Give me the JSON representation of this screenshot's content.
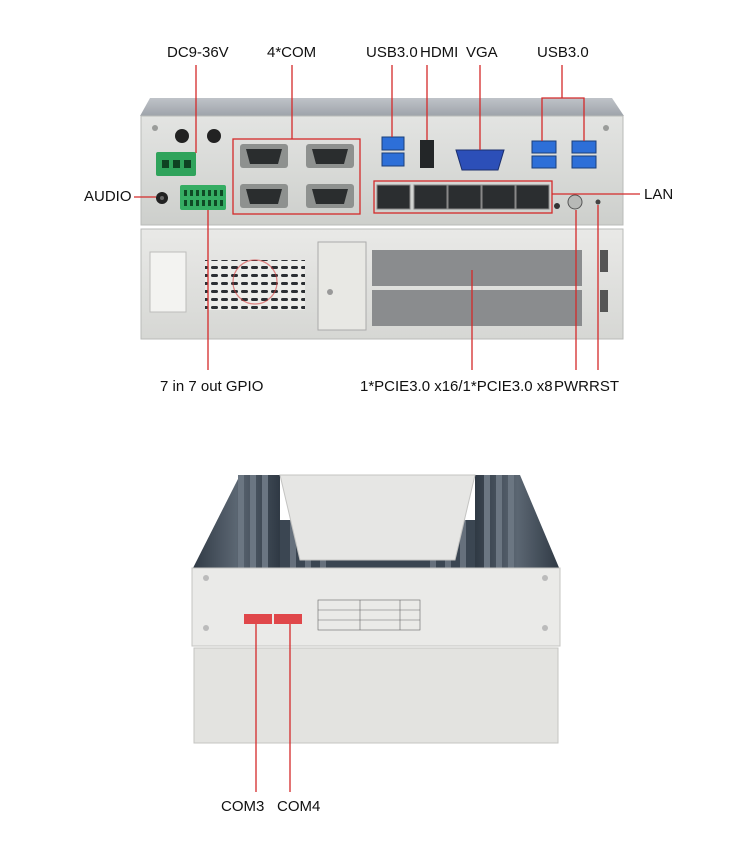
{
  "callouts": {
    "dc_power": "DC9-36V",
    "com_ports": "4*COM",
    "usb_left": "USB3.0",
    "hdmi": "HDMI",
    "vga": "VGA",
    "usb_right": "USB3.0",
    "audio": "AUDIO",
    "lan": "LAN",
    "gpio": "7 in 7 out GPIO",
    "pcie": "1*PCIE3.0 x16/1*PCIE3.0 x8",
    "pwr": "PWR",
    "rst": "RST",
    "com3": "COM3",
    "com4": "COM4"
  },
  "colors": {
    "callout_line": "#d42a2a",
    "chassis_light": "#e7e8e6",
    "chassis_mid": "#cfd1cf",
    "heatsink": "#3b4652",
    "usb_blue": "#2d6fd8",
    "terminal_green": "#2fa35b",
    "dip_red": "#e0474a"
  }
}
